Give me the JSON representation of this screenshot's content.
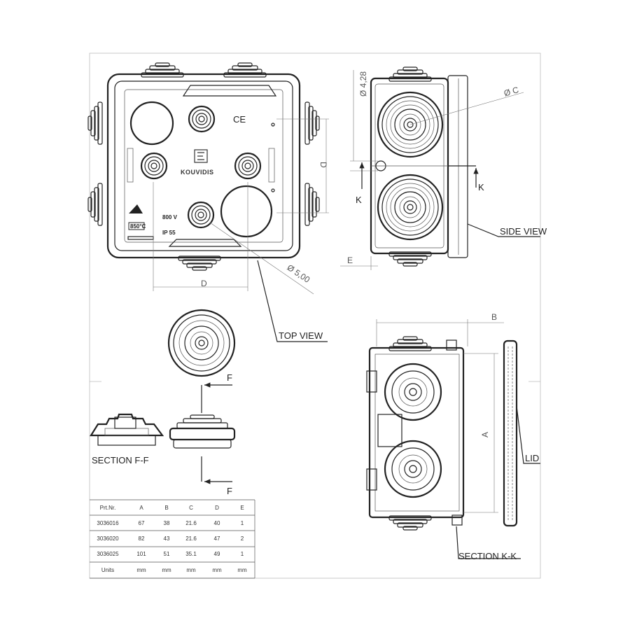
{
  "views": {
    "top_view": "TOP VIEW",
    "side_view": "SIDE VIEW",
    "section_ff": "SECTION F-F",
    "section_kk": "SECTION K-K",
    "lid": "LID"
  },
  "markings": {
    "brand": "KOUVIDIS",
    "voltage": "800 V",
    "ip": "IP 55",
    "ce": "CE",
    "temperature": "850°C"
  },
  "dimensions": {
    "d": "D",
    "e": "E",
    "b": "B",
    "a": "A",
    "dia_c": "Ø C",
    "dia_428": "Ø 4,28",
    "dia_500": "Ø 5,00",
    "k": "K",
    "f": "F"
  },
  "table": {
    "headers": [
      "Prt.Nr.",
      "A",
      "B",
      "C",
      "D",
      "E"
    ],
    "rows": [
      [
        "3036016",
        "67",
        "38",
        "21.6",
        "40",
        "1"
      ],
      [
        "3036020",
        "82",
        "43",
        "21.6",
        "47",
        "2"
      ],
      [
        "3036025",
        "101",
        "51",
        "35.1",
        "49",
        "1"
      ]
    ],
    "units": [
      "Units",
      "mm",
      "mm",
      "mm",
      "mm",
      "mm"
    ]
  }
}
